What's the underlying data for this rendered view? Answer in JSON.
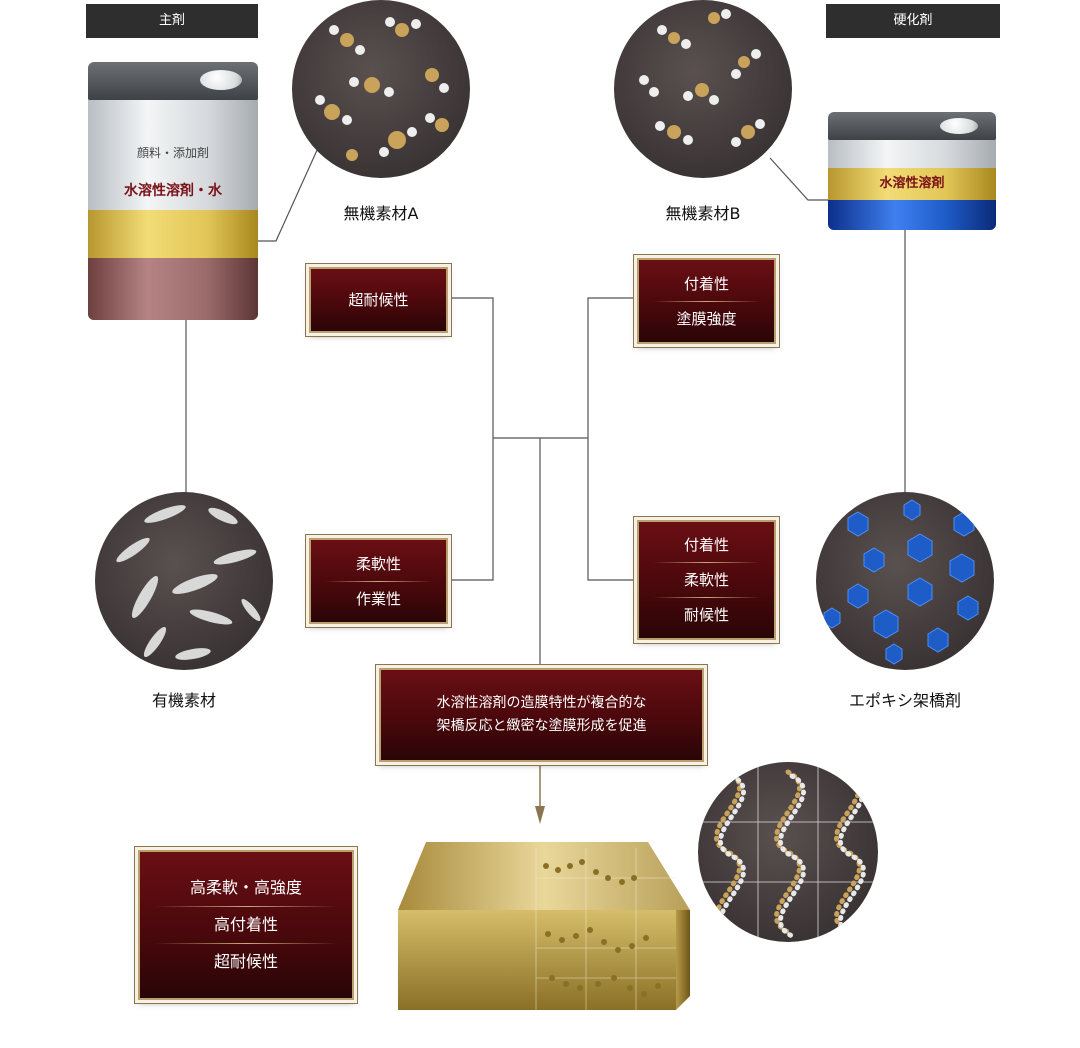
{
  "tags": {
    "main_agent": "主剤",
    "hardener": "硬化剤"
  },
  "main_can": {
    "pigment_label": "顔料・添加剤",
    "solvent_label": "水溶性溶剤・水"
  },
  "hardener_can": {
    "solvent_label": "水溶性溶剤"
  },
  "materials": {
    "inorganic_a": "無機素材A",
    "inorganic_b": "無機素材B",
    "organic": "有機素材",
    "epoxy": "エポキシ架橋剤"
  },
  "property_boxes": {
    "weather": [
      "超耐候性"
    ],
    "adhesion_strength": [
      "付着性",
      "塗膜強度"
    ],
    "flex_work": [
      "柔軟性",
      "作業性"
    ],
    "adh_flex_weather": [
      "付着性",
      "柔軟性",
      "耐候性"
    ]
  },
  "note": {
    "line1": "水溶性溶剤の造膜特性が複合的な",
    "line2": "架橋反応と緻密な塗膜形成を促進"
  },
  "result": [
    "高柔軟・高強度",
    "高付着性",
    "超耐候性"
  ],
  "colors": {
    "box_red": "#4a080c",
    "box_border": "#b8a16e",
    "circle_bg": "#3c3535",
    "gold": "#c9a35a",
    "blue": "#1e5cc8"
  }
}
